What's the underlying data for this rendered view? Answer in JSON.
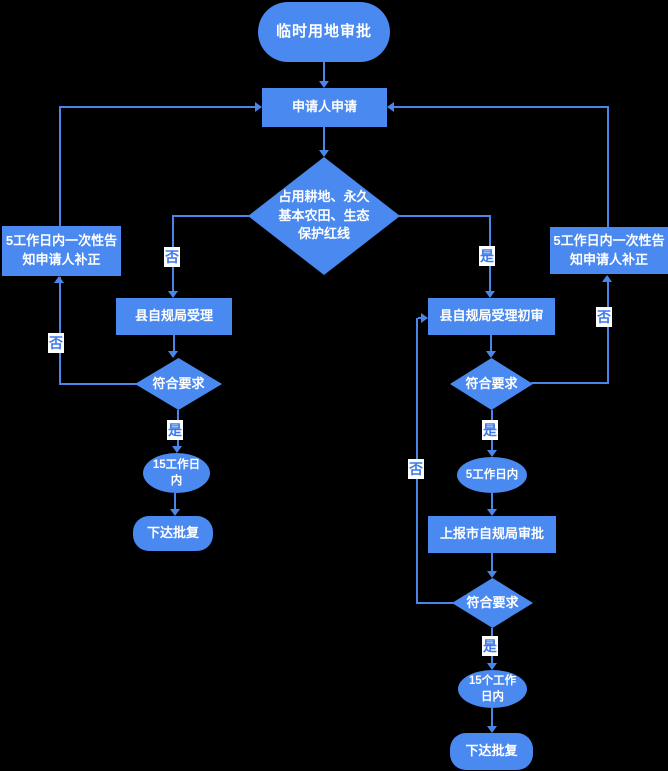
{
  "nodes": {
    "start": "临时用地审批",
    "apply": "申请人申请",
    "check_land": "占用耕地、永久基本农田、生态保护红线",
    "notify_left": "5工作日内一次性告知申请人补正",
    "notify_right": "5工作日内一次性告知申请人补正",
    "county_accept": "县自规局受理",
    "county_review": "县自规局受理初审",
    "meet_left": "符合要求",
    "meet_right": "符合要求",
    "days15_left": "15工作日内",
    "days5": "5工作日内",
    "issue_left": "下达批复",
    "report_city": "上报市自规局审批",
    "meet_final": "符合要求",
    "days15_right": "15个工作日内",
    "issue_right": "下达批复"
  },
  "edge_labels": {
    "land_no": "否",
    "land_yes": "是",
    "left_back_no": "否",
    "left_pass_yes": "是",
    "right_back_no": "否",
    "right_pass_yes": "是",
    "final_back_no": "否",
    "final_pass_yes": "是"
  },
  "colors": {
    "background": "#000000",
    "shape_fill": "#4a89f0",
    "line": "#4a86e8",
    "node_text": "#ffffff",
    "edge_label_text": "#3f7be8",
    "edge_label_bg": "#ffffff"
  }
}
